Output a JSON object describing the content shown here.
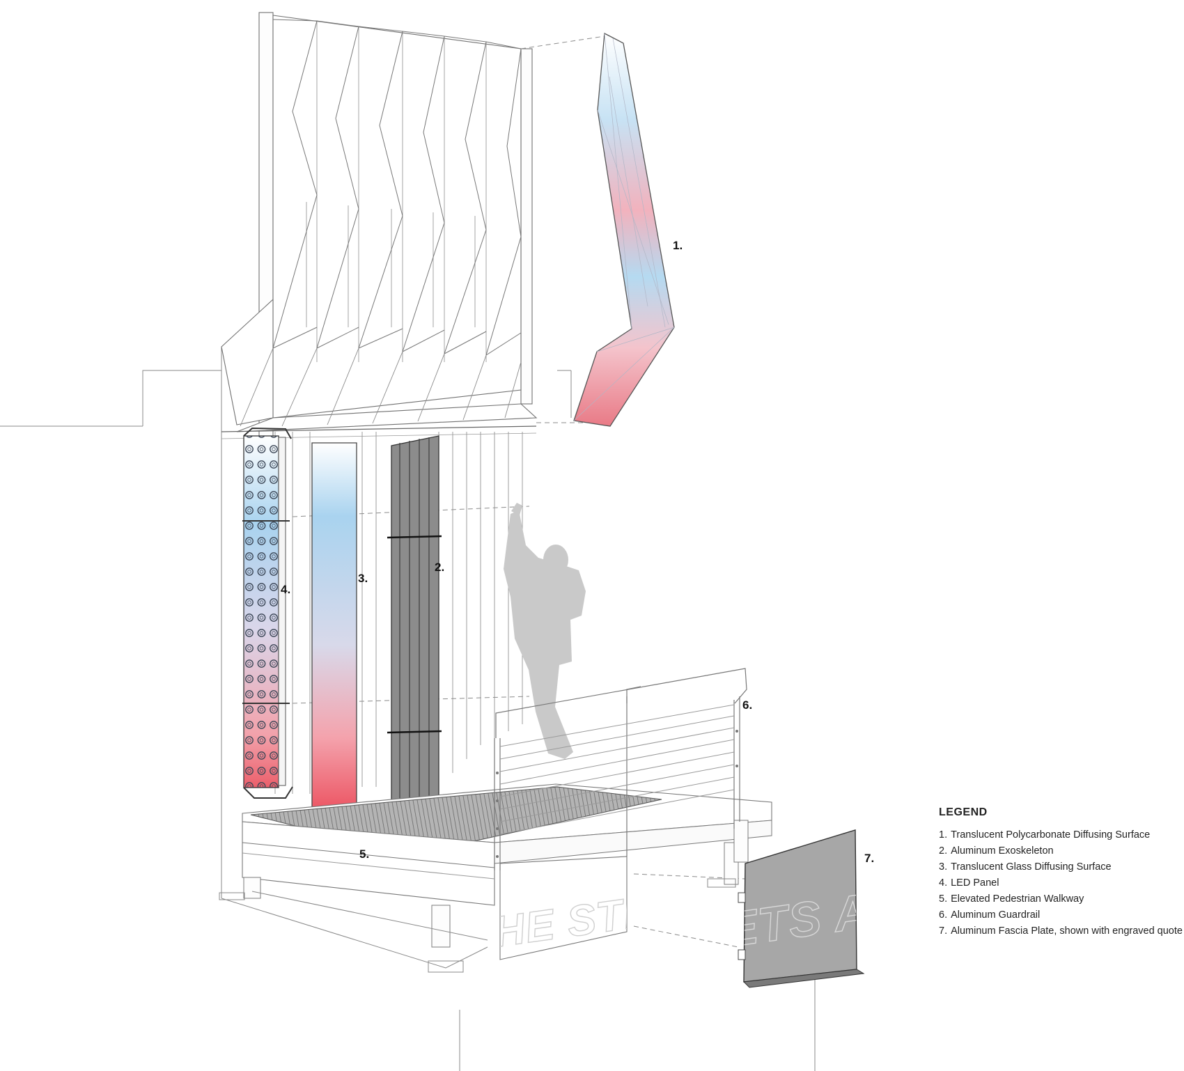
{
  "callouts": {
    "c1": "1.",
    "c2": "2.",
    "c3": "3.",
    "c4": "4.",
    "c5": "5.",
    "c6": "6.",
    "c7": "7."
  },
  "engraving": {
    "walkway_fascia": "HE STREE",
    "detached_plate": "ETS ARE A"
  },
  "legend": {
    "title": "LEGEND",
    "items": [
      {
        "number": "1.",
        "label": "Translucent Polycarbonate Diffusing Surface"
      },
      {
        "number": "2.",
        "label": "Aluminum Exoskeleton"
      },
      {
        "number": "3.",
        "label": "Translucent Glass Diffusing Surface"
      },
      {
        "number": "4.",
        "label": "LED Panel"
      },
      {
        "number": "5.",
        "label": "Elevated Pedestrian Walkway"
      },
      {
        "number": "6.",
        "label": "Aluminum Guardrail"
      },
      {
        "number": "7.",
        "label": "Aluminum Fascia Plate, shown with engraved quote"
      }
    ]
  },
  "colors": {
    "line": "#6f6f6f",
    "light_line": "#a8a8a8",
    "blue": "#a9d3ef",
    "red": "#ee5a66",
    "exoskeleton": "#8c8c8c",
    "silhouette": "#c8c8c8",
    "grating": "#9a9a9a",
    "fascia_plate": "#a6a6a6"
  }
}
